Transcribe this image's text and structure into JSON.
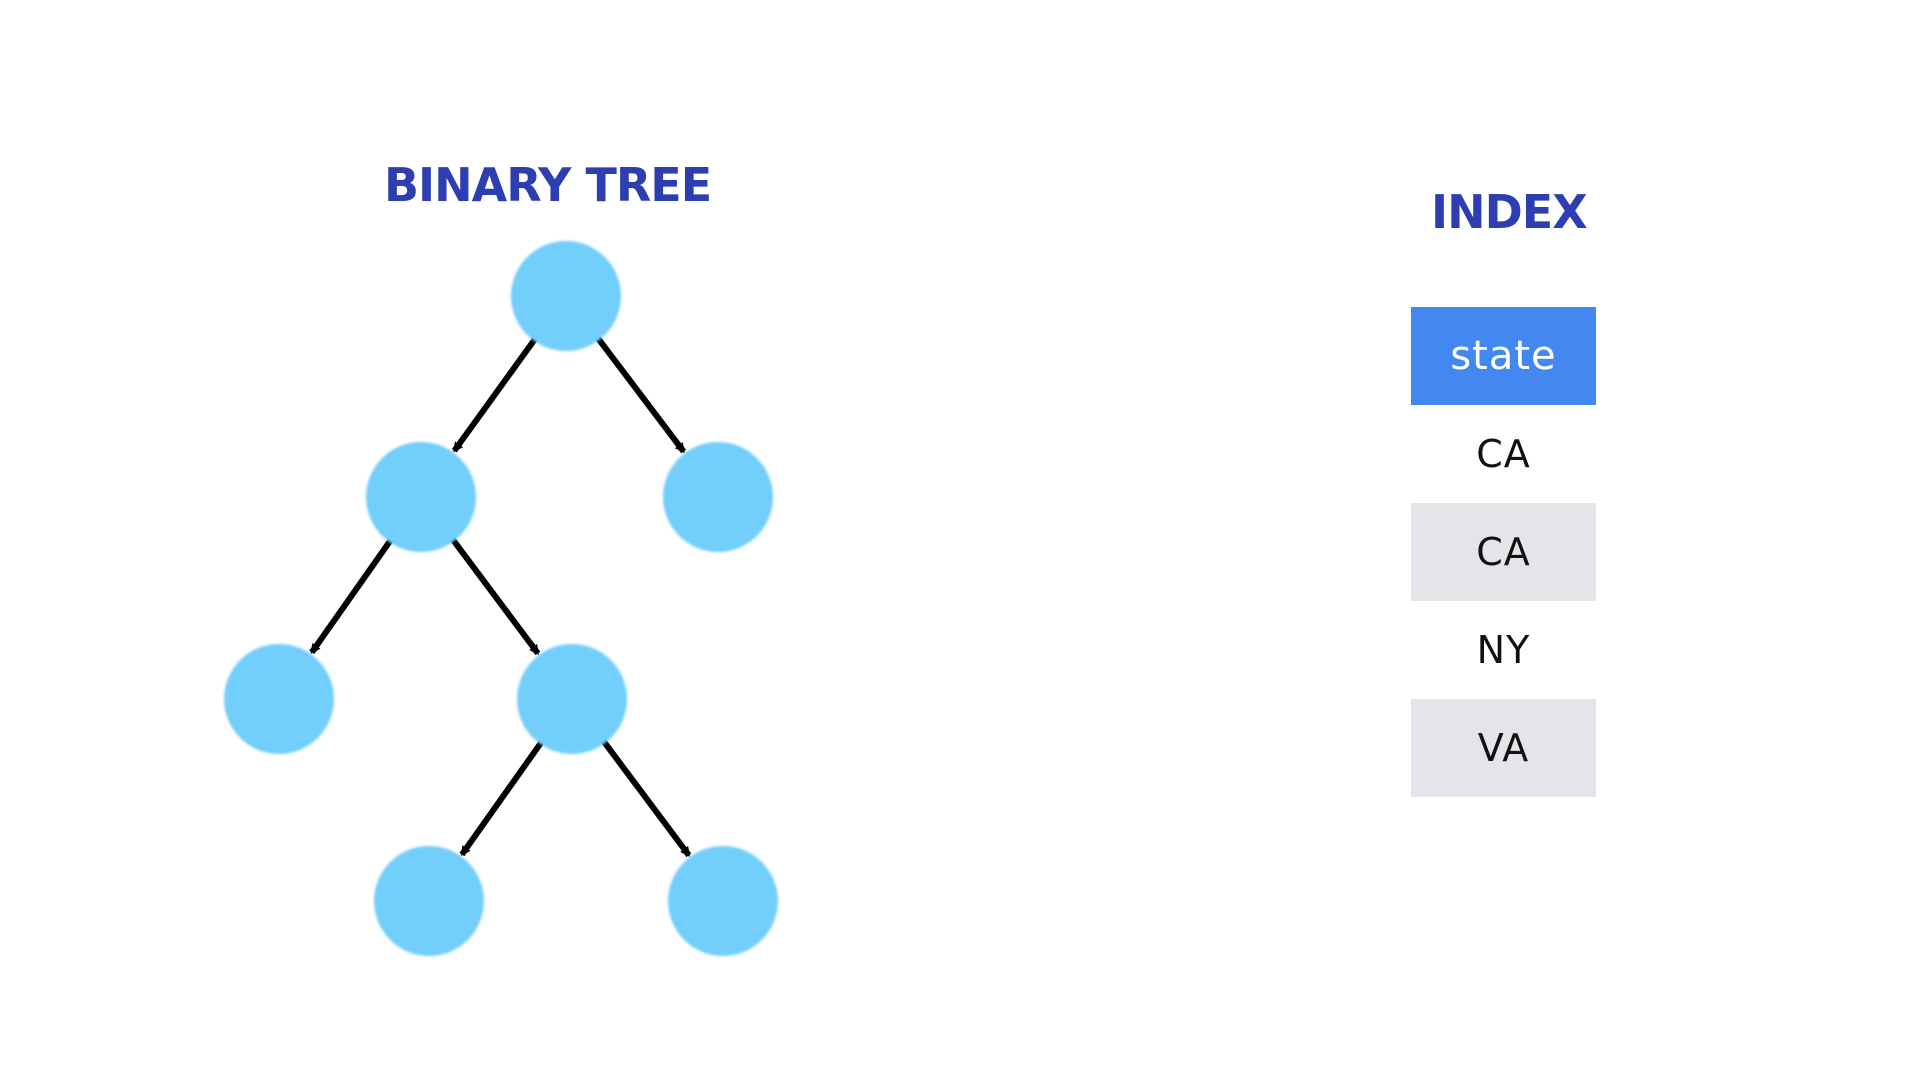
{
  "diagram": {
    "title": "BINARY TREE",
    "node_color": "#72cefb",
    "edge_color": "#000000",
    "nodes": [
      {
        "id": "n1"
      },
      {
        "id": "n2"
      },
      {
        "id": "n3"
      },
      {
        "id": "n4"
      },
      {
        "id": "n5"
      },
      {
        "id": "n6"
      },
      {
        "id": "n7"
      }
    ],
    "edges": [
      {
        "from": "n1",
        "to": "n2"
      },
      {
        "from": "n1",
        "to": "n3"
      },
      {
        "from": "n2",
        "to": "n4"
      },
      {
        "from": "n2",
        "to": "n5"
      },
      {
        "from": "n5",
        "to": "n6"
      },
      {
        "from": "n5",
        "to": "n7"
      }
    ]
  },
  "index": {
    "title": "INDEX",
    "header_color": "#4288f0",
    "shade_color": "#e4e5e8",
    "header": "state",
    "rows": [
      "CA",
      "CA",
      "NY",
      "VA"
    ]
  }
}
